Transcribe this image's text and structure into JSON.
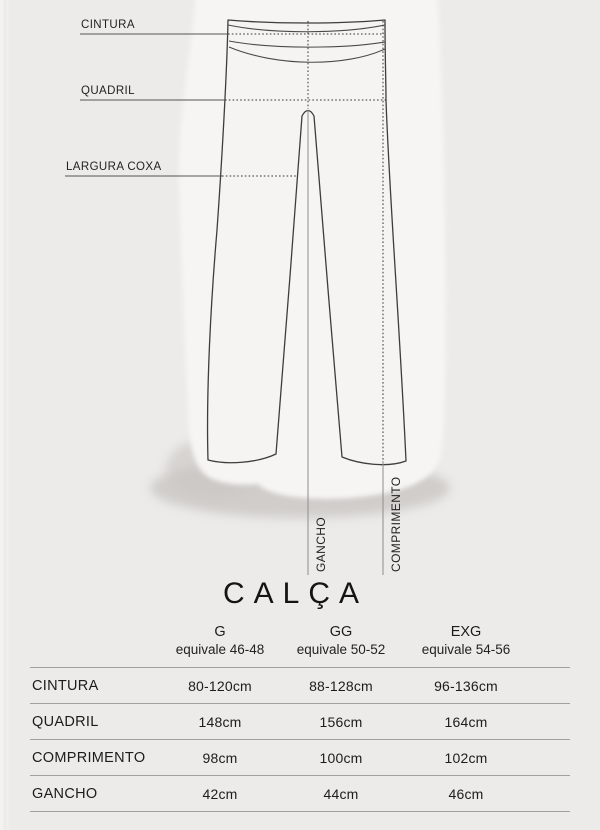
{
  "title": "CALÇA",
  "diagram": {
    "labels": {
      "waist": "CINTURA",
      "hip": "QUADRIL",
      "thigh": "LARGURA COXA",
      "rise": "GANCHO",
      "length": "COMPRIMENTO"
    }
  },
  "table": {
    "columns": [
      {
        "size": "G",
        "equiv": "equivale 46-48"
      },
      {
        "size": "GG",
        "equiv": "equivale 50-52"
      },
      {
        "size": "EXG",
        "equiv": "equivale 54-56"
      }
    ],
    "rows": [
      {
        "label": "CINTURA",
        "values": [
          "80-120cm",
          "88-128cm",
          "96-136cm"
        ]
      },
      {
        "label": "QUADRIL",
        "values": [
          "148cm",
          "156cm",
          "164cm"
        ]
      },
      {
        "label": "COMPRIMENTO",
        "values": [
          "98cm",
          "100cm",
          "102cm"
        ]
      },
      {
        "label": "GANCHO",
        "values": [
          "42cm",
          "44cm",
          "46cm"
        ]
      }
    ]
  },
  "colors": {
    "background": "#ecebe9",
    "paper_blob": "#f6f5f3",
    "outline": "#3d3d3d",
    "rule": "#a3a19e",
    "text": "#1c1c1c"
  }
}
